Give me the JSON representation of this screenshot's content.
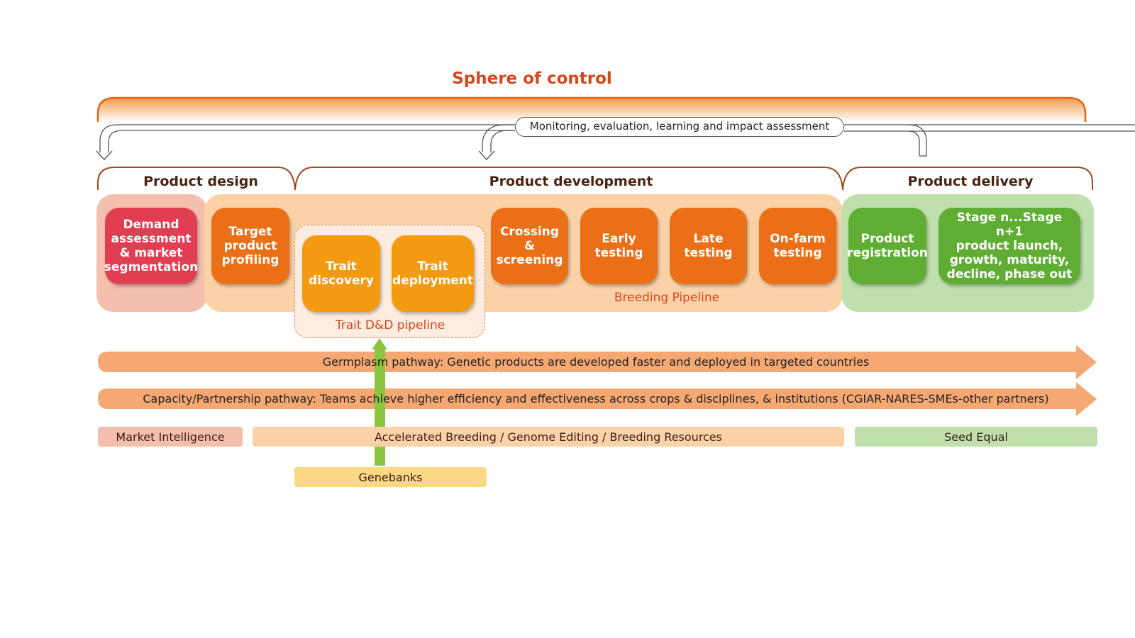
{
  "header": {
    "title": "Sphere of control",
    "monitoring_label": "Monitoring, evaluation, learning and impact assessment"
  },
  "phases": {
    "design": "Product design",
    "development": "Product development",
    "delivery": "Product delivery"
  },
  "stages": {
    "demand": "Demand\nassessment\n& market\nsegmentation",
    "target": "Target\nproduct\nprofiling",
    "trait_discovery": "Trait\ndiscovery",
    "trait_deployment": "Trait\ndeployment",
    "crossing": "Crossing &\nscreening",
    "early": "Early\ntesting",
    "late": "Late\ntesting",
    "onfarm": "On-farm\ntesting",
    "registration": "Product\nregistration",
    "stage_n": "Stage n...Stage n+1\nproduct launch,\ngrowth, maturity,\ndecline, phase out"
  },
  "pipelines": {
    "breeding": "Breeding Pipeline",
    "trait": "Trait D&D pipeline"
  },
  "pathways": {
    "germplasm": "Germplasm pathway: Genetic products are developed faster and deployed in targeted countries",
    "capacity": "Capacity/Partnership pathway: Teams achieve higher efficiency and effectiveness across crops & disciplines, & institutions (CGIAR-NARES-SMEs-other partners)"
  },
  "lanes": {
    "market": "Market Intelligence",
    "accelerated": "Accelerated Breeding / Genome Editing / Breeding Resources",
    "seed": "Seed Equal",
    "genebanks": "Genebanks"
  },
  "colors": {
    "title": "#d4461b",
    "phase_text": "#4a2412",
    "design_band": "#f4bfae",
    "development_band": "#fbd2a8",
    "delivery_band": "#bfe0ad",
    "stage_red": "#e23e53",
    "stage_orange": "#eb6f17",
    "stage_light_orange": "#f39a10",
    "stage_green": "#5fae33",
    "pathway_arrow": "#f6a873",
    "genebank_arrow": "#8cc63f"
  }
}
